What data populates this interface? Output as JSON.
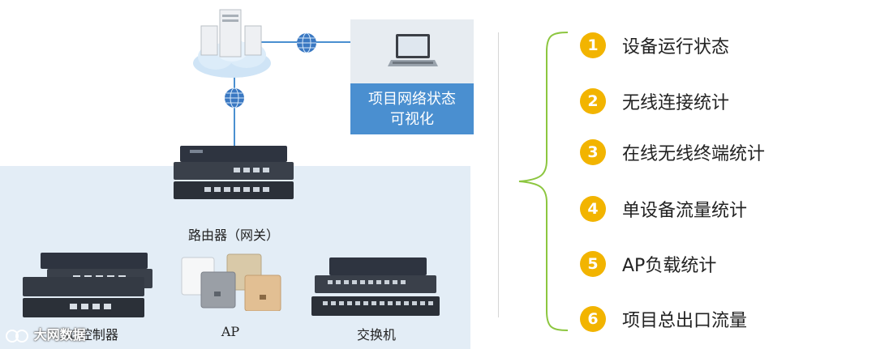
{
  "visualization": {
    "line1": "项目网络状态",
    "line2": "可视化"
  },
  "devices": {
    "router": "路由器（网关）",
    "ac": "AC控制器",
    "ap": "AP",
    "switch": "交换机"
  },
  "watermark": "大网数据",
  "features": [
    {
      "num": "1",
      "label": "设备运行状态"
    },
    {
      "num": "2",
      "label": "无线连接统计"
    },
    {
      "num": "3",
      "label": "在线无线终端统计"
    },
    {
      "num": "4",
      "label": "单设备流量统计"
    },
    {
      "num": "5",
      "label": "AP负载统计"
    },
    {
      "num": "6",
      "label": "项目总出口流量"
    }
  ],
  "colors": {
    "accent_blue": "#4a8fd0",
    "badge_yellow": "#f2b400",
    "brace_green": "#8cc63f",
    "panel_bg": "#e3edf6"
  }
}
